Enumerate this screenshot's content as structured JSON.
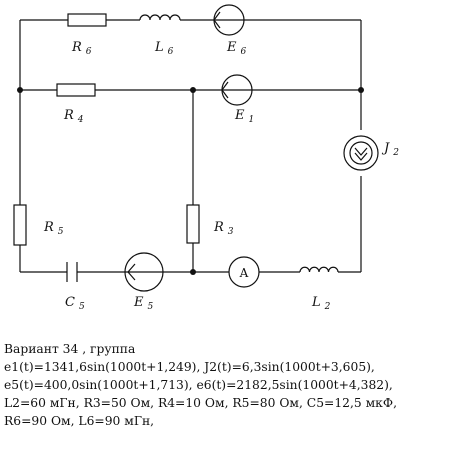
{
  "labels": {
    "R6": {
      "base": "R",
      "sub": "6"
    },
    "L6": {
      "base": "L",
      "sub": "6"
    },
    "E6": {
      "base": "E",
      "sub": "6"
    },
    "R4": {
      "base": "R",
      "sub": "4"
    },
    "E1": {
      "base": "E",
      "sub": "1"
    },
    "J2": {
      "base": "J",
      "sub": "2"
    },
    "R5": {
      "base": "R",
      "sub": "5"
    },
    "R3": {
      "base": "R",
      "sub": "3"
    },
    "C5": {
      "base": "C",
      "sub": "5"
    },
    "E5": {
      "base": "E",
      "sub": "5"
    },
    "L2": {
      "base": "L",
      "sub": "2"
    }
  },
  "ammeter_label": "A",
  "info": {
    "line1": "Вариант 34 , группа",
    "line2": "e1(t)=1341,6sin(1000t+1,249), J2(t)=6,3sin(1000t+3,605),",
    "line3": "e5(t)=400,0sin(1000t+1,713), e6(t)=2182,5sin(1000t+4,382),",
    "line4": " L2=60 мГн,  R3=50 Ом,  R4=10 Ом,  R5=80 Ом,  C5=12,5 мкФ,",
    "line5": " R6=90 Ом,  L6=90 мГн,"
  }
}
